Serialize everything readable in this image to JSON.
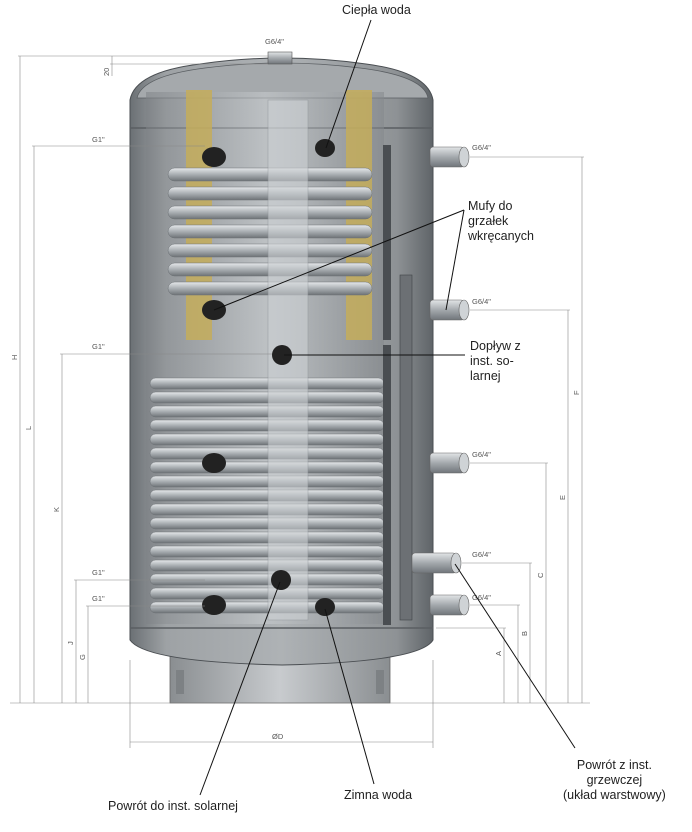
{
  "callouts": {
    "hot_water": "Ciepła woda",
    "heater_sockets": [
      "Mufy do",
      "grzałek",
      "wkręcanych"
    ],
    "solar_supply": [
      "Dopływ z",
      "inst. so-",
      "larnej"
    ],
    "solar_return": "Powrót do inst. solarnej",
    "cold_water": "Zimna woda",
    "heating_return": [
      "Powrót z inst.",
      "grzewczej",
      "(układ warstwowy)"
    ]
  },
  "connections": {
    "top": "G6/4\"",
    "left_1": "G1\"",
    "left_2": "G1\"",
    "left_3": "G1\"",
    "left_4": "G1\"",
    "right_1": "G6/4\"",
    "right_2": "G6/4\"",
    "right_3": "G6/4\"",
    "right_4": "G6/4\"",
    "right_5": "G6/4\""
  },
  "dimensions": {
    "top_offset": "20",
    "height_h": "H",
    "height_l": "L",
    "height_k": "K",
    "height_j": "J",
    "height_g": "G",
    "height_f": "F",
    "height_e": "E",
    "height_c": "C",
    "height_b": "B",
    "height_a": "A",
    "diameter": "ØD"
  },
  "colors": {
    "shell": "#8f9396",
    "shell_dark": "#5d6266",
    "coil": "#b9bec2",
    "insulation": "#c7b060",
    "leader": "#111111"
  }
}
